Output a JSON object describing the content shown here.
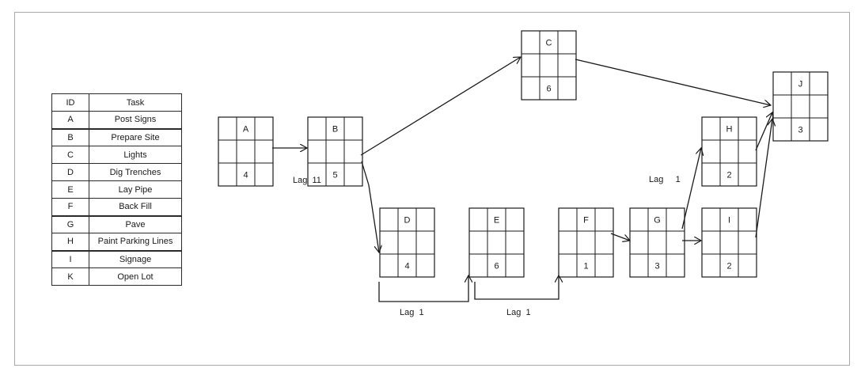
{
  "legend": {
    "header": {
      "id": "ID",
      "task": "Task"
    },
    "rows": [
      {
        "id": "A",
        "task": "Post Signs"
      },
      {
        "id": "B",
        "task": "Prepare Site"
      },
      {
        "id": "C",
        "task": "Lights"
      },
      {
        "id": "D",
        "task": "Dig Trenches"
      },
      {
        "id": "E",
        "task": "Lay Pipe"
      },
      {
        "id": "F",
        "task": "Back Fill"
      },
      {
        "id": "G",
        "task": "Pave"
      },
      {
        "id": "H",
        "task": "Paint Parking Lines"
      },
      {
        "id": "I",
        "task": "Signage"
      },
      {
        "id": "K",
        "task": "Open Lot"
      }
    ]
  },
  "nodes": {
    "A": {
      "label": "A",
      "duration": "4"
    },
    "B": {
      "label": "B",
      "duration": "5"
    },
    "C": {
      "label": "C",
      "duration": "6"
    },
    "D": {
      "label": "D",
      "duration": "4"
    },
    "E": {
      "label": "E",
      "duration": "6"
    },
    "F": {
      "label": "F",
      "duration": "1"
    },
    "G": {
      "label": "G",
      "duration": "3"
    },
    "H": {
      "label": "H",
      "duration": "2"
    },
    "I": {
      "label": "I",
      "duration": "2"
    },
    "J": {
      "label": "J",
      "duration": "3"
    }
  },
  "lags": {
    "ab": "Lag  11",
    "de": "Lag  1",
    "ef": "Lag  1",
    "gh": "Lag     1"
  }
}
